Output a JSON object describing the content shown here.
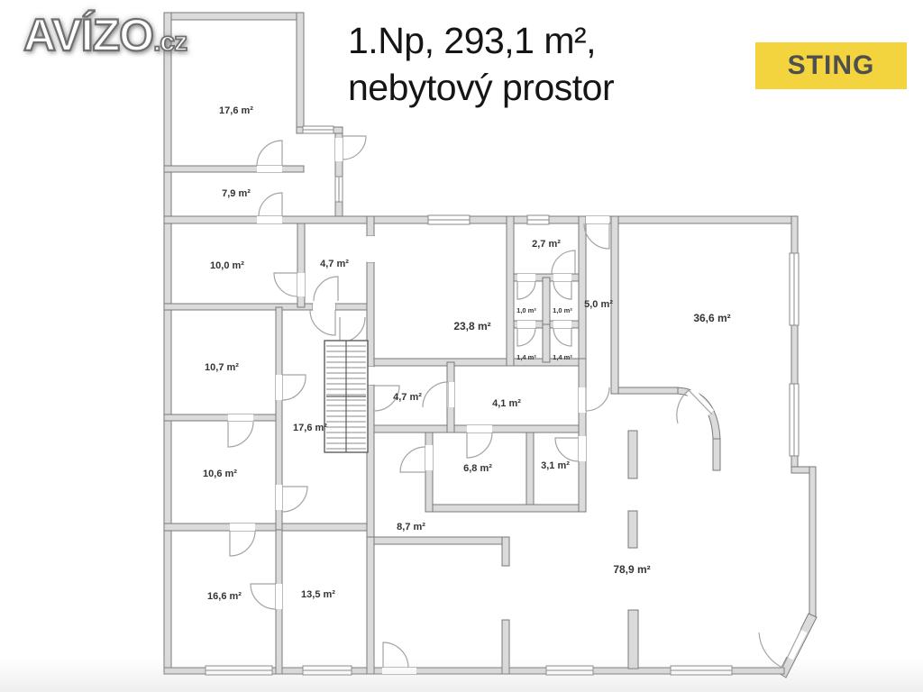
{
  "logo": {
    "text": "AVÍZO",
    "suffix": ".cz"
  },
  "title": {
    "line1": "1.Np, 293,1 m²,",
    "line2": "nebytový prostor"
  },
  "brand_badge": {
    "label": "STING",
    "bg": "#f3d43e",
    "fg": "#4f4f4f"
  },
  "floorplan": {
    "floor": "1.Np",
    "total_area": "293,1 m²",
    "usage": "nebytový prostor",
    "colors": {
      "wall_fill": "#dbdbdb",
      "wall_stroke": "#7a7a7a",
      "background": "#ffffff"
    },
    "rooms": [
      {
        "label": "17,6 m²"
      },
      {
        "label": "7,9 m²"
      },
      {
        "label": "10,0 m²"
      },
      {
        "label": "4,7 m²"
      },
      {
        "label": "2,7 m²"
      },
      {
        "label": "1,0 m²"
      },
      {
        "label": "1,0 m²"
      },
      {
        "label": "5,0 m²"
      },
      {
        "label": "23,8 m²"
      },
      {
        "label": "1,4 m²"
      },
      {
        "label": "1,4 m²"
      },
      {
        "label": "36,6 m²"
      },
      {
        "label": "10,7 m²"
      },
      {
        "label": "17,6 m²"
      },
      {
        "label": "4,7 m²"
      },
      {
        "label": "4,1 m²"
      },
      {
        "label": "10,6 m²"
      },
      {
        "label": "6,8 m²"
      },
      {
        "label": "3,1 m²"
      },
      {
        "label": "8,7 m²"
      },
      {
        "label": "16,6 m²"
      },
      {
        "label": "13,5 m²"
      },
      {
        "label": "78,9 m²"
      }
    ]
  }
}
